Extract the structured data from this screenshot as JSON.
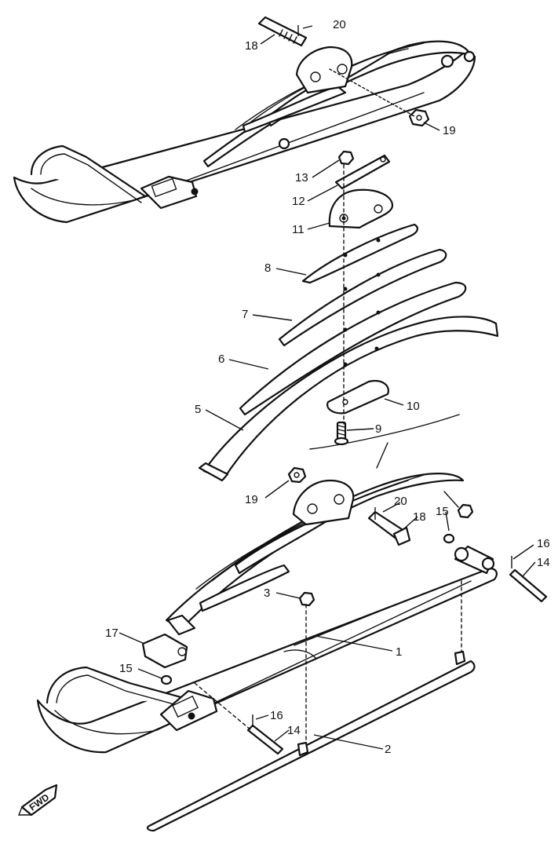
{
  "callouts": {
    "n1": "1",
    "n2": "2",
    "n3": "3",
    "n5": "5",
    "n6": "6",
    "n7": "7",
    "n8": "8",
    "n9": "9",
    "n10": "10",
    "n11": "11",
    "n12": "12",
    "n13": "13",
    "n14a": "14",
    "n14b": "14",
    "n15a": "15",
    "n15b": "15",
    "n16a": "16",
    "n16b": "16",
    "n17": "17",
    "n18a": "18",
    "n18b": "18",
    "n19a": "19",
    "n19b": "19",
    "n20a": "20",
    "n20b": "20"
  },
  "fwd_label": "FWD"
}
